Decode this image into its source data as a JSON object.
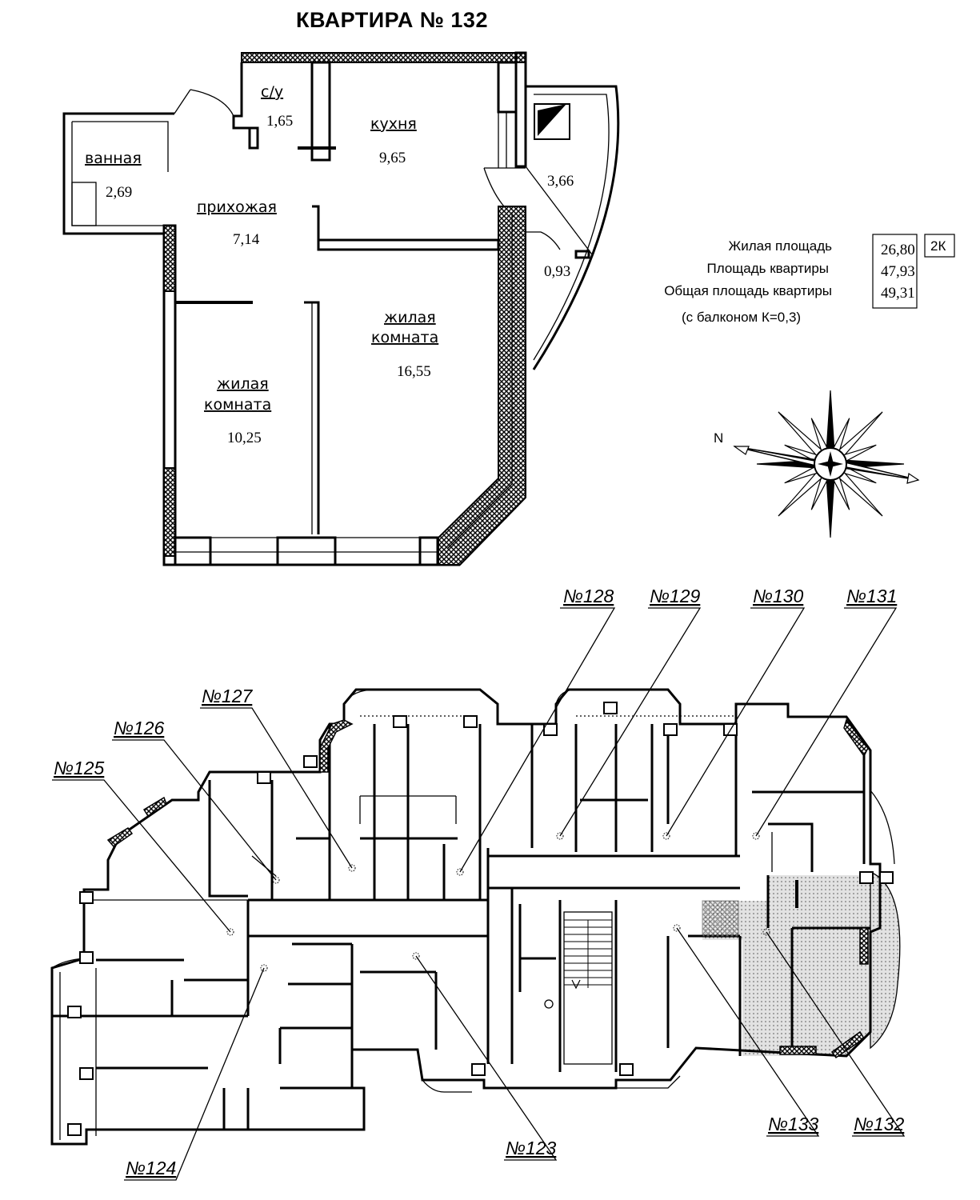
{
  "title": "КВАРТИРА № 132",
  "rooms": {
    "su": {
      "name": "с/у",
      "area": "1,65"
    },
    "kitchen": {
      "name": "кухня",
      "area": "9,65"
    },
    "bath": {
      "name": "ванная",
      "area": "2,69"
    },
    "hall": {
      "name": "прихожая",
      "area": "7,14"
    },
    "living1": {
      "name1": "жилая",
      "name2": "комната",
      "area": "16,55"
    },
    "living2": {
      "name1": "жилая",
      "name2": "комната",
      "area": "10,25"
    },
    "balcony1": {
      "area": "3,66"
    },
    "balcony2": {
      "area": "0,93"
    }
  },
  "summary": {
    "living_label": "Жилая площадь",
    "living_value": "26,80",
    "type_badge": "2К",
    "apt_label": "Площадь квартиры",
    "apt_value": "47,93",
    "total_label": "Общая площадь квартиры",
    "total_value": "49,31",
    "note": "(с балконом К=0,3)"
  },
  "compass": {
    "north": "N"
  },
  "apartments": {
    "a128": "№128",
    "a129": "№129",
    "a130": "№130",
    "a131": "№131",
    "a127": "№127",
    "a126": "№126",
    "a125": "№125",
    "a124": "№124",
    "a123": "№123",
    "a133": "№133",
    "a132": "№132"
  },
  "colors": {
    "line": "#000000",
    "highlight": "#d8d8d8",
    "wall_fill": "#333333"
  }
}
